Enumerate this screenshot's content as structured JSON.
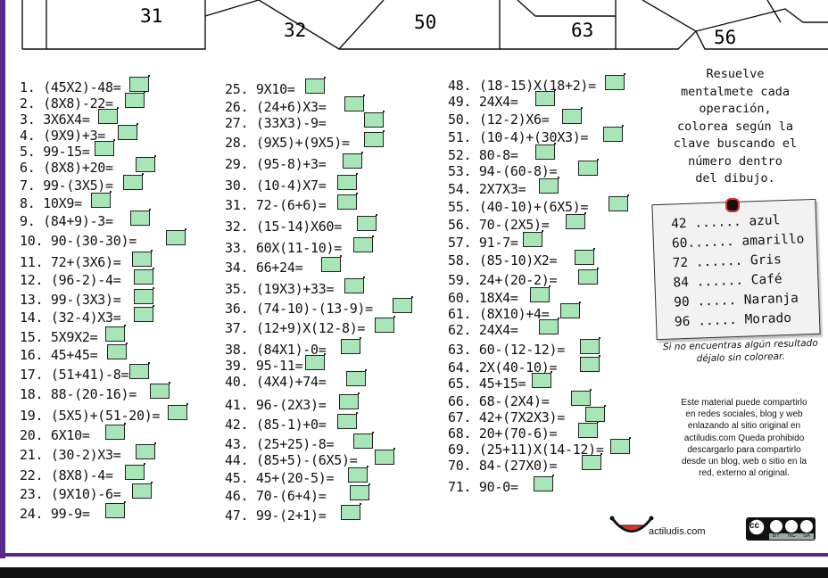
{
  "drawing_numbers": [
    "31",
    "32",
    "50",
    "63",
    "56"
  ],
  "exercises": [
    "1. (45X2)-48=",
    "2. (8X8)-22=",
    "3. 3X6X4=",
    "4. (9X9)+3=",
    "5. 99-15=",
    "6. (8X8)+20=",
    "7. 99-(3X5)=",
    "8. 10X9=",
    "9. (84+9)-3=",
    "10. 90-(30-30)=",
    "11.  72+(3X6)=",
    "12. (96-2)-4=",
    "13. 99-(3X3)=",
    "14. (32-4)X3=",
    "15. 5X9X2=",
    "16. 45+45=",
    "17. (51+41)-8=",
    "18. 88-(20-16)=",
    "19. (5X5)+(51-20)=",
    "20. 6X10=",
    "21. (30-2)X3=",
    "22. (8X8)-4=",
    "23. (9X10)-6=",
    "24. 99-9=",
    "25. 9X10=",
    "26. (24+6)X3=",
    "27. (33X3)-9=",
    "28. (9X5)+(9X5)=",
    "29. (95-8)+3=",
    "30. (10-4)X7=",
    "31. 72-(6+6)=",
    "32. (15-14)X60=",
    "33. 60X(11-10)=",
    "34. 66+24=",
    "35. (19X3)+33=",
    "36. (74-10)-(13-9)=",
    "37. (12+9)X(12-8)=",
    "38. (84X1)-0=",
    "39. 95-11=",
    "40. (4X4)+74=",
    "41. 96-(2X3)=",
    "42. (85-1)+0=",
    "43. (25+25)-8=",
    "44. (85+5)-(6X5)=",
    "45. 45+(20-5)=",
    "46. 70-(6+4)=",
    "47. 99-(2+1)=",
    "48. (18-15)X(18+2)=",
    "49. 24X4=",
    "50. (12-2)X6=",
    "51. (10-4)+(30X3)=",
    "52. 80-8=",
    "53. 94-(60-8)=",
    "54. 2X7X3=",
    "55. (40-10)+(6X5)=",
    "56. 70-(2X5)=",
    "57. 91-7=",
    "58. (85-10)X2=",
    "59. 24+(20-2)=",
    "60. 18X4=",
    "61. (8X10)+4=",
    "62. 24X4=",
    "63. 60-(12-12)=",
    "64. 2X(40-10)=",
    "65. 45+15=",
    "66. 68-(2X4)=",
    "67. 42+(7X2X3)=",
    "68. 20+(70-6)=",
    "69. (25+11)X(14-12)=",
    "70. 84-(27X0)=",
    "71. 90-0="
  ],
  "instructions": [
    "Resuelve",
    "mentalmete cada",
    "operación,",
    "colorea según la",
    "clave buscando el",
    "número dentro",
    "del dibujo."
  ],
  "color_key": [
    "42 ...... azul",
    "60...... amarillo",
    "72 ...... Gris",
    "84 ...... Café",
    "90 ..... Naranja",
    "96 ..... Morado"
  ],
  "not_found_note": [
    "Si no encuentras algún resultado",
    "déjalo sin colorear."
  ],
  "license_text": [
    "Este material puede compartirlo",
    "en redes sociales, blog y web",
    "enlazando al sitio original en",
    "actiludis.com  Queda prohibido",
    "descargarlo para compartirlo",
    "desde un blog, web o sitio en la",
    "red, externo al original."
  ],
  "site_label": "actiludis.com",
  "cc_labels": [
    "cc",
    "BY",
    "NC",
    "SA"
  ],
  "colors": {
    "answer_box": "#a8e6b8",
    "frame": "#5a2a8a",
    "pin": "#e03030"
  }
}
